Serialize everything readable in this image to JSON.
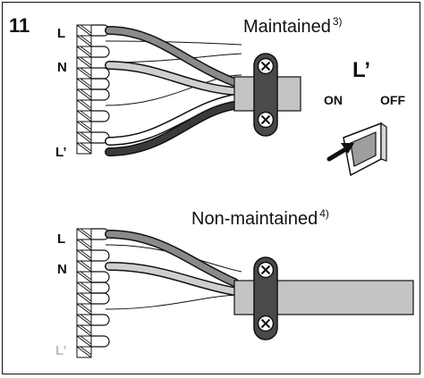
{
  "figure_number": "11",
  "top": {
    "title": "Maintained",
    "title_sup": "3)",
    "terminal_labels": {
      "L": "L",
      "N": "N",
      "Lprime": "L’"
    },
    "switch": {
      "label": "L’",
      "on": "ON",
      "off": "OFF"
    }
  },
  "bottom": {
    "title": "Non-maintained",
    "title_sup": "4)",
    "terminal_labels": {
      "L": "L",
      "N": "N",
      "Lprime": "L’"
    }
  },
  "colors": {
    "ink": "#111111",
    "wire_mid_gray": "#8a8a8a",
    "wire_light_gray": "#cfcfcf",
    "wire_dark": "#3a3a3a",
    "cable_sheath": "#c4c4c4",
    "clamp": "#4a4a4a",
    "label_faded": "#bdbdbd",
    "switch_face": "#9e9e9e"
  },
  "icons": [
    "screw-icon",
    "arrow-icon",
    "rocker-switch-icon"
  ]
}
